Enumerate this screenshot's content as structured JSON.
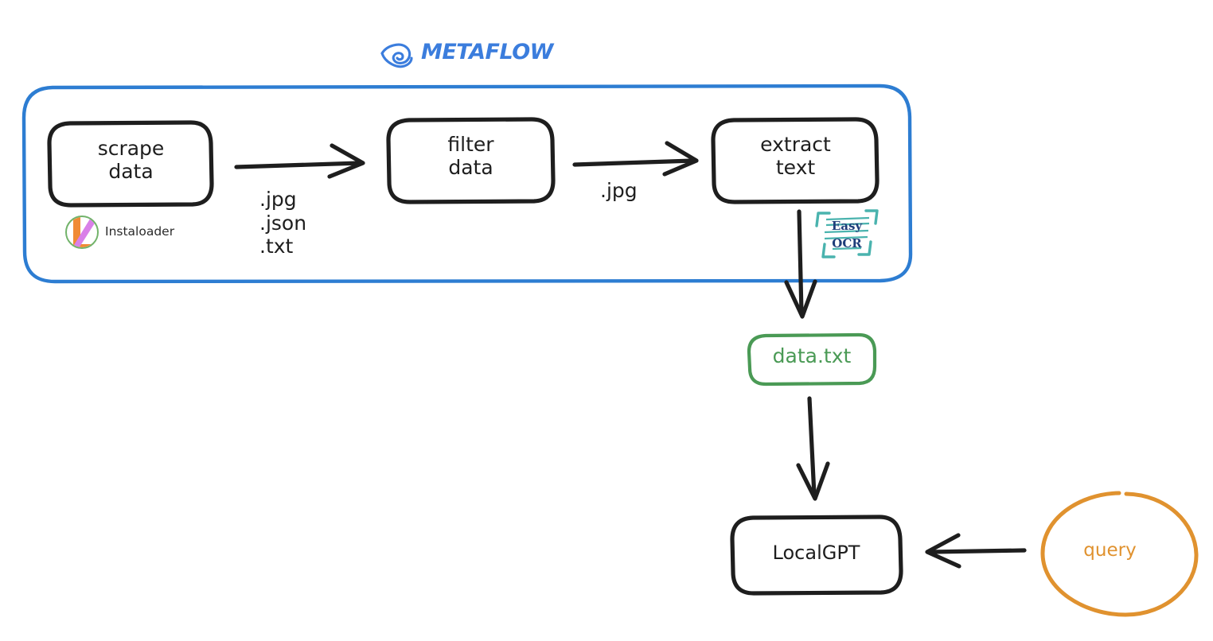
{
  "diagram": {
    "title": "METAFLOW",
    "logo_icon": "metaflow-logo-icon",
    "colors": {
      "metaflow_blue": "#3b7ddd",
      "container_blue": "#2d7dd2",
      "node_stroke": "#1e1e1e",
      "data_green": "#4a9a55",
      "query_orange": "#e0922f",
      "easyocr_teal": "#4ab3ae",
      "easyocr_navy": "#1f3d7a",
      "instaloader_orange": "#f08a35",
      "instaloader_violet": "#d980e8",
      "instaloader_green": "#72b36a"
    },
    "pipeline_container": {
      "name": "metaflow-pipeline-container",
      "label": "METAFLOW"
    },
    "nodes": [
      {
        "id": "scrape-data",
        "label": "scrape\ndata",
        "shape": "rounded-rect",
        "color": "#1e1e1e"
      },
      {
        "id": "filter-data",
        "label": "filter\ndata",
        "shape": "rounded-rect",
        "color": "#1e1e1e"
      },
      {
        "id": "extract-text",
        "label": "extract\ntext",
        "shape": "rounded-rect",
        "color": "#1e1e1e"
      },
      {
        "id": "data-txt",
        "label": "data.txt",
        "shape": "rounded-rect",
        "color": "#4a9a55"
      },
      {
        "id": "local-gpt",
        "label": "LocalGPT",
        "shape": "rounded-rect",
        "color": "#1e1e1e"
      },
      {
        "id": "query",
        "label": "query",
        "shape": "circle",
        "color": "#e0922f"
      }
    ],
    "edges": [
      {
        "id": "scrape-to-filter",
        "from": "scrape-data",
        "to": "filter-data",
        "label": ".jpg\n.json\n.txt",
        "direction": "right"
      },
      {
        "id": "filter-to-extract",
        "from": "filter-data",
        "to": "extract-text",
        "label": ".jpg",
        "direction": "right"
      },
      {
        "id": "extract-to-datatxt",
        "from": "extract-text",
        "to": "data-txt",
        "label": "",
        "direction": "down"
      },
      {
        "id": "datatxt-to-localgpt",
        "from": "data-txt",
        "to": "local-gpt",
        "label": "",
        "direction": "down"
      },
      {
        "id": "query-to-localgpt",
        "from": "query",
        "to": "local-gpt",
        "label": "",
        "direction": "left"
      }
    ],
    "badges": [
      {
        "id": "instaloader",
        "label": "Instaloader",
        "icon": "instaloader-logo-icon",
        "attached_to": "scrape-data"
      },
      {
        "id": "easyocr",
        "line1": "Easy",
        "line2": "OCR",
        "icon": "easyocr-logo-icon",
        "attached_to": "extract-text"
      }
    ]
  }
}
